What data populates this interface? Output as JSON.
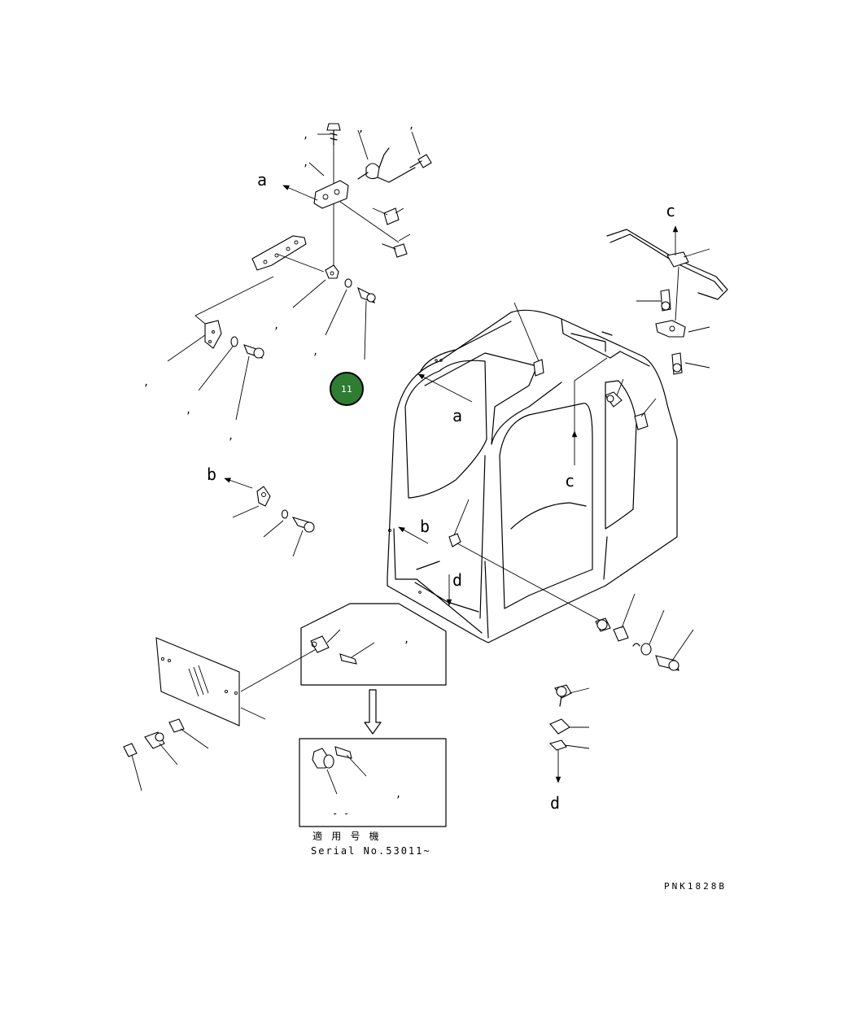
{
  "labels": {
    "a": "a",
    "b": "b",
    "c": "c",
    "d": "d"
  },
  "marks": {
    "comma": ",",
    "dash": "-"
  },
  "badge": {
    "text": "11",
    "fill": "#2e7d32",
    "stroke": "#000000"
  },
  "applicable": {
    "line1": "適 用 号 機",
    "line2": "Serial No.53011~"
  },
  "drawing_code": "PNK1828B"
}
